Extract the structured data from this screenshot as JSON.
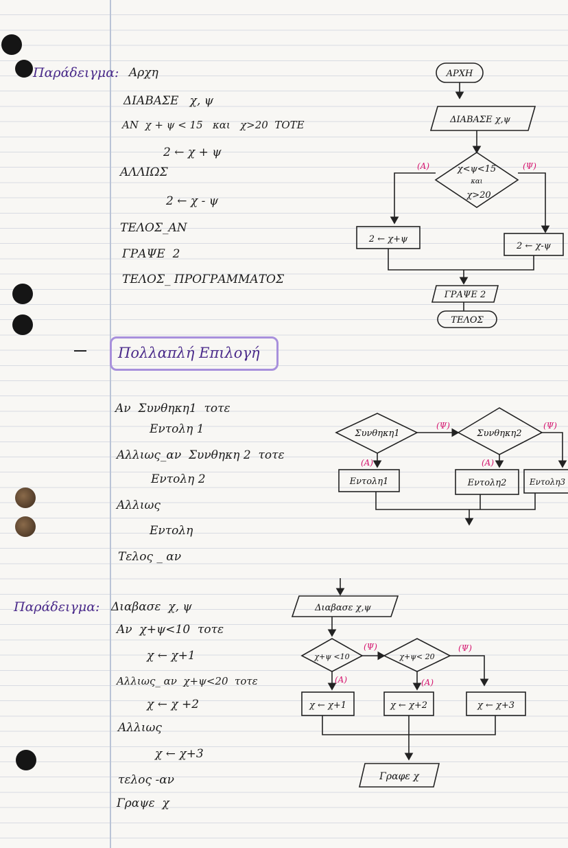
{
  "example1": {
    "label": "Παράδειγμα:",
    "code": [
      "Αρχη",
      "ΔΙΑΒΑΣΕ   χ, ψ",
      "ΑΝ  χ + ψ < 15   και   χ>20  ΤΟΤΕ",
      "2 ← χ + ψ",
      "ΑΛΛΙΩΣ",
      "2 ← χ - ψ",
      "ΤΕΛΟΣ_ΑΝ",
      "ΓΡΑΨΕ  2",
      "ΤΕΛΟΣ_ ΠΡΟΓΡΑΜΜΑΤΟΣ"
    ],
    "flow": {
      "start": "ΑΡΧΗ",
      "read": "ΔΙΑΒΑΣΕ χ,ψ",
      "cond": [
        "χ<ψ<15",
        "και",
        "χ>20"
      ],
      "yes": "(Α)",
      "no": "(Ψ)",
      "left_box": "2 ← χ+ψ",
      "right_box": "2 ← χ-ψ",
      "write": "ΓΡΑΨΕ 2",
      "end": "ΤΕΛΟΣ"
    }
  },
  "section_heading": "Πολλαπλή Επιλογή",
  "multi": {
    "code": [
      "Αν  Συνθηκη1  τοτε",
      "Εντολη 1",
      "Αλλιως_αν  Συνθηκη 2  τοτε",
      "Εντολη 2",
      "Αλλιως",
      "Εντολη",
      "Τελος _ αν"
    ],
    "flow": {
      "cond1": "Συνθηκη1",
      "cond2": "Συνθηκη2",
      "yes": "(Α)",
      "no": "(Ψ)",
      "box1": "Εντολη1",
      "box2": "Εντολη2",
      "box3": "Εντολη3"
    }
  },
  "example2": {
    "label": "Παράδειγμα:",
    "code": [
      "Διαβασε  χ, ψ",
      "Αν  χ+ψ<10  τοτε",
      "χ ← χ+1",
      "Αλλιως_ αν  χ+ψ<20  τοτε",
      "χ ← χ +2",
      "Αλλιως",
      "χ ← χ+3",
      "τελος -αν",
      "Γραψε  χ"
    ],
    "flow": {
      "read": "Διαβασε χ,ψ",
      "cond1": "χ+ψ <10",
      "cond2": "χ+ψ< 20",
      "yes": "(Α)",
      "no": "(Ψ)",
      "box1": "χ ← χ+1",
      "box2": "χ ← χ+2",
      "box3": "χ ← χ+3",
      "write": "Γραφε χ"
    }
  }
}
